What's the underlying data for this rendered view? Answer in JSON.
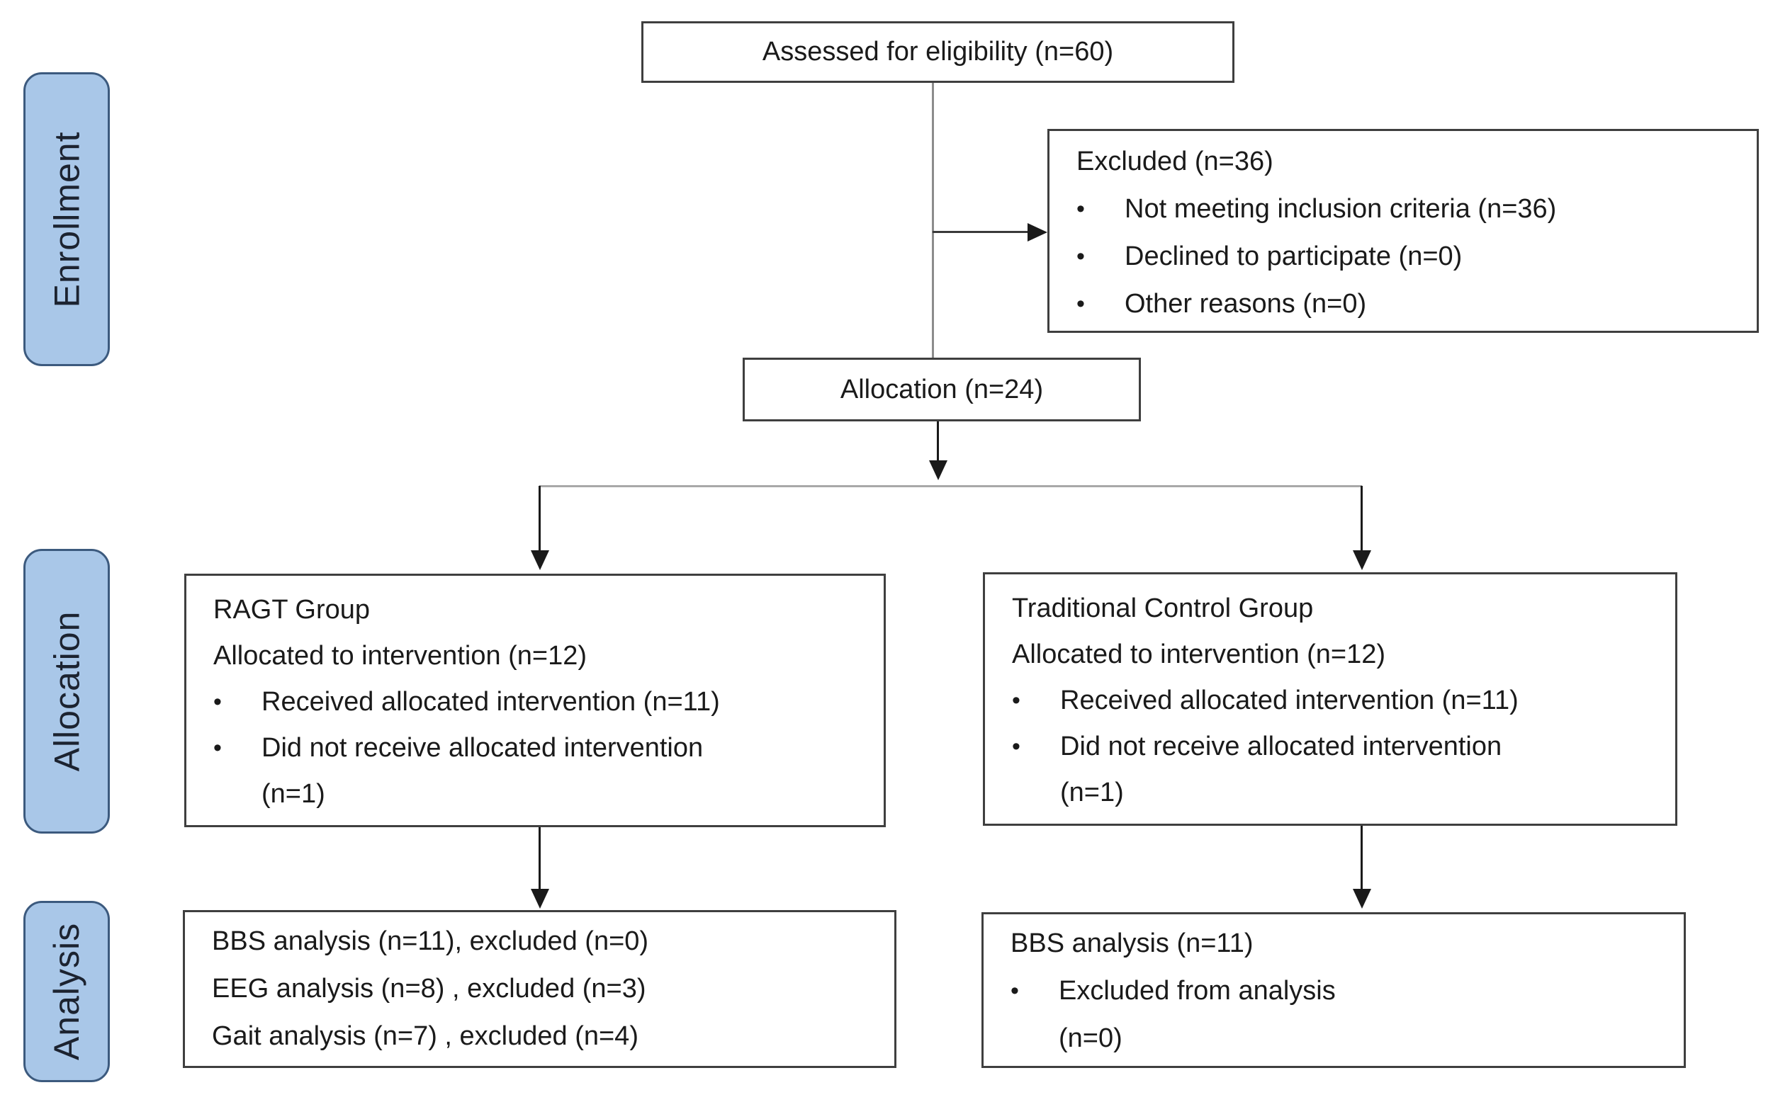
{
  "glyphs": {
    "bullet": "•"
  },
  "colors": {
    "stage_fill": "#A9C7E8",
    "stage_border": "#3C5A7E",
    "box_border": "#3F3F3F",
    "connector_gray": "#8C8C8C",
    "connector_black": "#1A1A1A"
  },
  "side_labels": [
    {
      "label": "Enrollment"
    },
    {
      "label": "Allocation"
    },
    {
      "label": "Analysis"
    }
  ],
  "boxes": {
    "assessed": {
      "text": "Assessed for eligibility (n=60)"
    },
    "excluded": {
      "title": "Excluded (n=36)",
      "bullets": [
        "Not meeting inclusion criteria (n=36)",
        "Declined to participate (n=0)",
        "Other reasons (n=0)"
      ]
    },
    "allocation": {
      "text": "Allocation (n=24)"
    },
    "ragt": {
      "title": "RAGT Group",
      "subtitle": "Allocated to intervention (n=12)",
      "bullets": [
        {
          "lines": [
            "Received allocated intervention (n=11)"
          ]
        },
        {
          "lines": [
            "Did not receive allocated intervention",
            "(n=1)"
          ]
        }
      ]
    },
    "control": {
      "title": "Traditional Control Group",
      "subtitle": "Allocated to intervention (n=12)",
      "bullets": [
        {
          "lines": [
            "Received allocated intervention (n=11)"
          ]
        },
        {
          "lines": [
            "Did not receive allocated intervention",
            "(n=1)"
          ]
        }
      ]
    },
    "analysis_left": {
      "lines": [
        "BBS analysis (n=11), excluded (n=0)",
        "EEG analysis (n=8) , excluded (n=3)",
        "Gait analysis (n=7) , excluded (n=4)"
      ]
    },
    "analysis_right": {
      "title": "BBS analysis (n=11)",
      "bullets": [
        {
          "lines": [
            "Excluded from analysis",
            "(n=0)"
          ]
        }
      ]
    }
  }
}
